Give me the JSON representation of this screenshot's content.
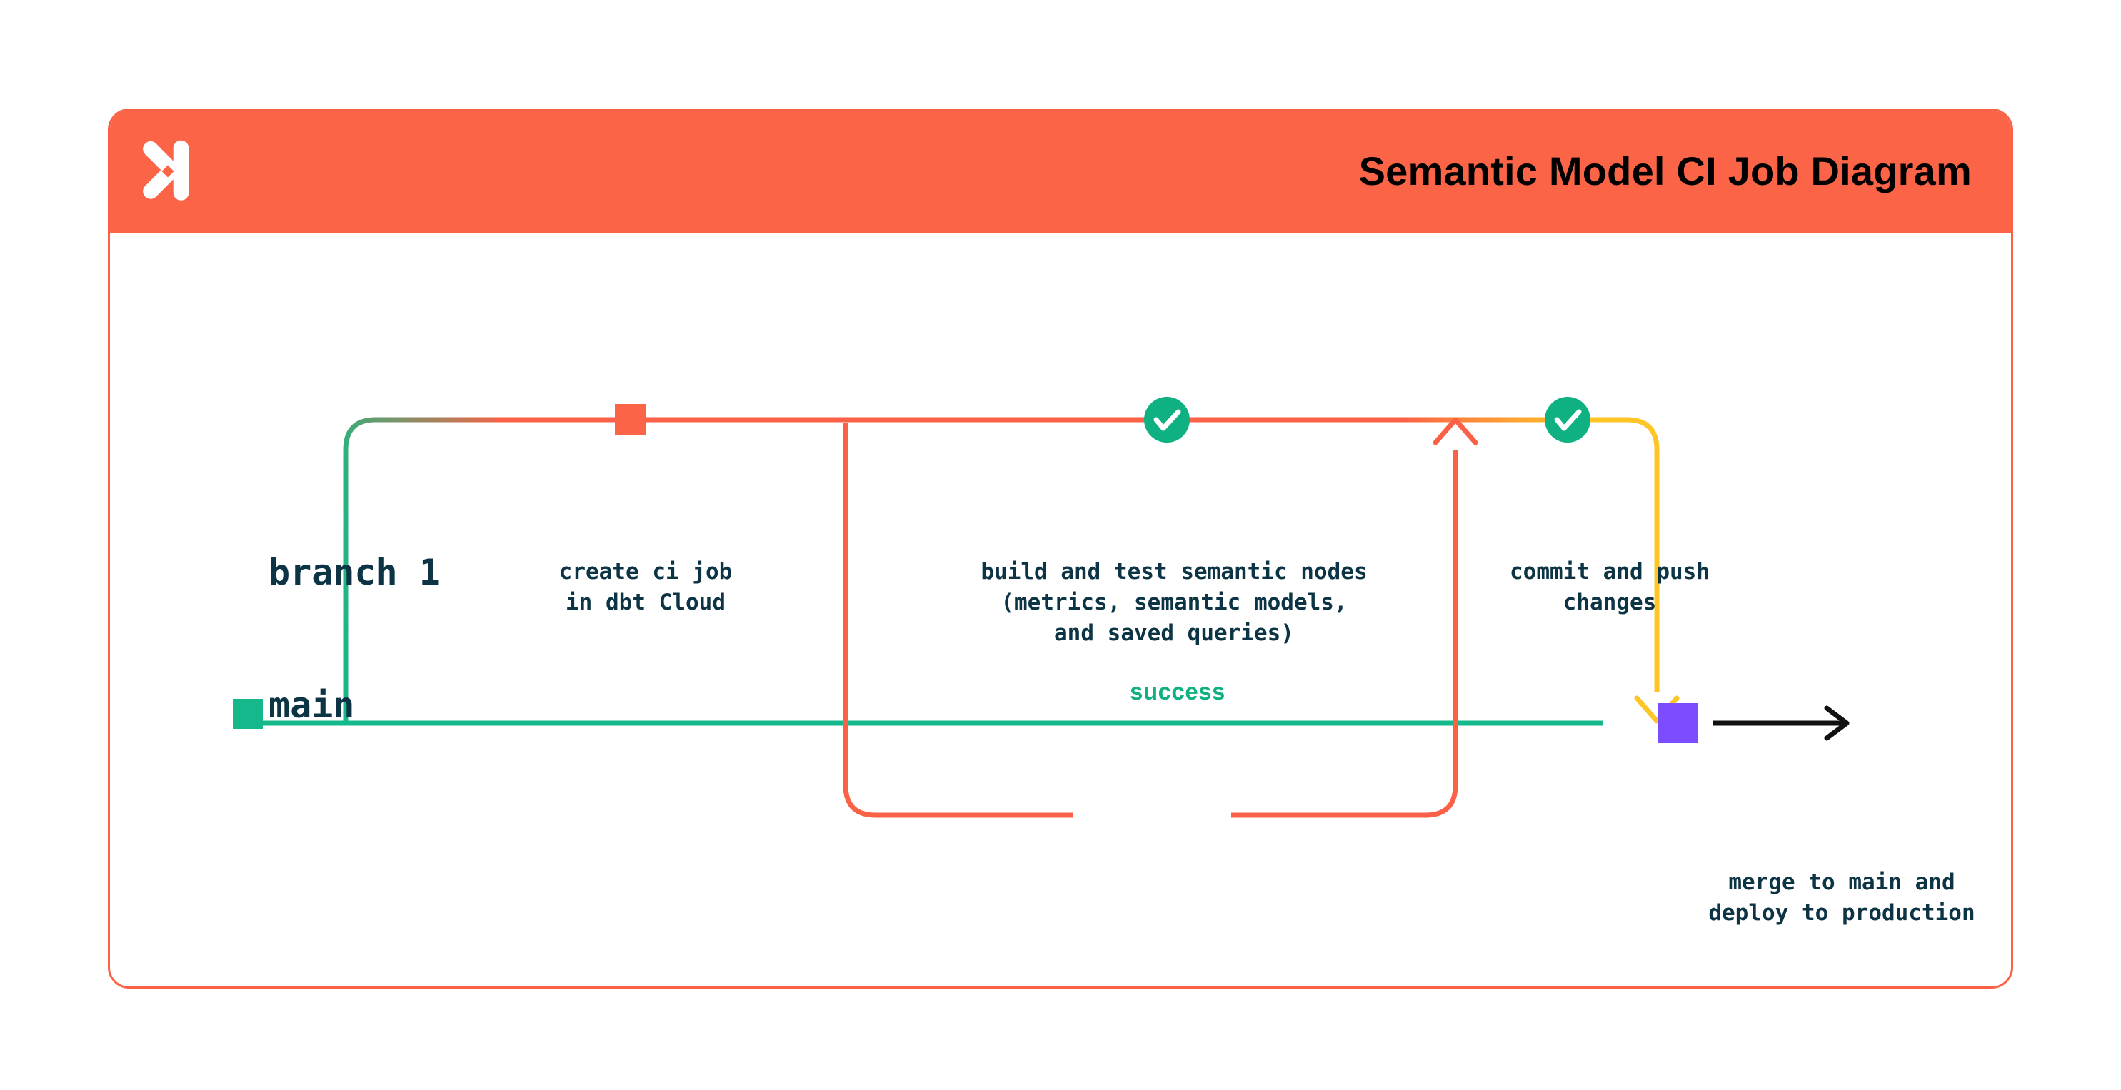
{
  "header": {
    "title": "Semantic Model CI Job Diagram",
    "logo_icon": "dbt-logo-icon",
    "background_color": "#FC6448",
    "title_color": "#000000"
  },
  "card": {
    "border_color": "#FB6146",
    "background_color": "#FFFFFF"
  },
  "diagram": {
    "type": "git-branch-flow",
    "lanes": [
      {
        "id": "branch-1",
        "label": "branch 1",
        "color": "#FB6146"
      },
      {
        "id": "main",
        "label": "main",
        "color": "#14B88A"
      }
    ],
    "nodes": [
      {
        "id": "create-ci-job",
        "lane": "branch-1",
        "marker": "square",
        "marker_color": "#FC6448",
        "caption": "create ci job\nin dbt Cloud"
      },
      {
        "id": "build-and-test",
        "lane": "branch-1",
        "marker": "check-circle",
        "marker_color": "#0FB182",
        "caption": "build and test semantic nodes\n(metrics, semantic models,\nand saved queries)"
      },
      {
        "id": "commit-and-push",
        "lane": "branch-1",
        "marker": "check-circle",
        "marker_color": "#0FB182",
        "caption": "commit and push\nchanges"
      },
      {
        "id": "merge-to-main",
        "lane": "main",
        "marker": "square",
        "marker_color": "#7B4DFF",
        "caption": "merge to main and\ndeploy to production"
      }
    ],
    "edges": [
      {
        "id": "branch-out",
        "from": "main",
        "to": "branch-1",
        "gradient": [
          "#14B88A",
          "#FB6146"
        ]
      },
      {
        "id": "success-loop",
        "label": "success",
        "label_color": "#0FB182",
        "color": "#FB6146",
        "arrowhead": true
      },
      {
        "id": "merge-in",
        "from": "branch-1",
        "to": "main",
        "color": "#FFC425",
        "arrowhead": true
      },
      {
        "id": "production-out",
        "from": "merge-to-main",
        "color": "#111111",
        "arrowhead": true
      }
    ],
    "colors": {
      "coral": "#FB6146",
      "teal": "#14B88A",
      "green": "#0FB182",
      "yellow": "#FFC425",
      "purple": "#7B4DFF",
      "navy_text": "#0C3445",
      "black": "#111111"
    }
  }
}
